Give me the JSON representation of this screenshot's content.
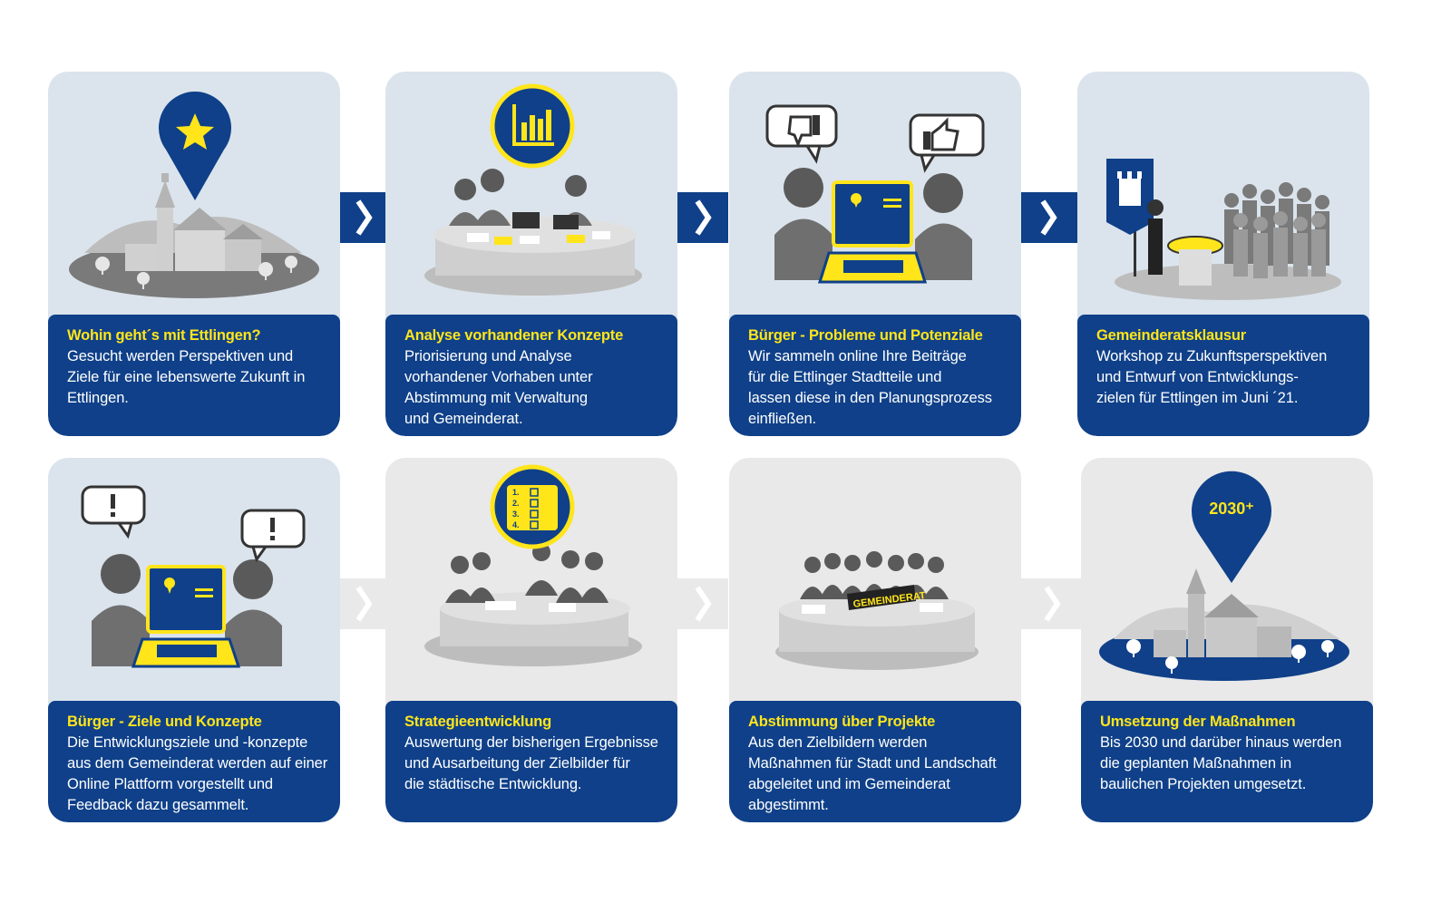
{
  "colors": {
    "navy": "#0f4089",
    "yellow": "#ffe51a",
    "active_bg": "#dbe4ec",
    "inactive_bg": "#e9e9e9",
    "figure_gray": "#6f6f6f"
  },
  "cards": [
    {
      "id": "ettlingen-future",
      "icon": "star-location-pin-icon",
      "title": "Wohin geht´s mit Ettlingen?",
      "body": "Gesucht werden Perspektiven und\nZiele für eine lebenswerte Zukunft in\nEttlingen."
    },
    {
      "id": "analysis",
      "icon": "bar-chart-icon",
      "title": "Analyse vorhandener Konzepte",
      "body": "Priorisierung und Analyse\nvorhandener  Vorhaben unter\nAbstimmung mit Verwaltung\nund Gemeinderat."
    },
    {
      "id": "citizen-problems",
      "icon": "thumbs-up-down-icon",
      "title": "Bürger - Probleme und Potenziale",
      "body": "Wir sammeln online Ihre Beiträge\nfür die Ettlinger Stadtteile und\nlassen diese in den Planungsprozess\neinfließen."
    },
    {
      "id": "council-retreat",
      "icon": "city-flag-icon",
      "title": "Gemeinderatsklausur",
      "body": "Workshop zu Zukunftsperspektiven\nund Entwurf von Entwicklungs-\nzielen für Ettlingen im Juni ´21."
    },
    {
      "id": "citizen-goals",
      "icon": "exclamation-bubble-icon",
      "title": "Bürger - Ziele und Konzepte",
      "body": "Die Entwicklungsziele und -konzepte\naus dem Gemeinderat werden auf einer\nOnline Plattform vorgestellt und\nFeedback dazu gesammelt."
    },
    {
      "id": "strategy",
      "icon": "checklist-icon",
      "checklist": [
        "1.",
        "2.",
        "3.",
        "4."
      ],
      "title": "Strategieentwicklung",
      "body": "Auswertung der bisherigen Ergebnisse\nund Ausarbeitung der Zielbilder für\ndie städtische Entwicklung."
    },
    {
      "id": "project-vote",
      "icon": "council-sign-icon",
      "sign_text": "GEMEINDERAT",
      "title": "Abstimmung über Projekte",
      "body": "Aus den Zielbildern werden\nMaßnahmen für Stadt und Landschaft\nabgeleitet und im Gemeinderat\nabgestimmt."
    },
    {
      "id": "implementation",
      "icon": "year-location-pin-icon",
      "pin_text": "2030⁺",
      "title": "Umsetzung der Maßnahmen",
      "body": "Bis 2030 und darüber hinaus werden\ndie geplanten Maßnahmen in\nbaulichen Projekten umgesetzt."
    }
  ]
}
